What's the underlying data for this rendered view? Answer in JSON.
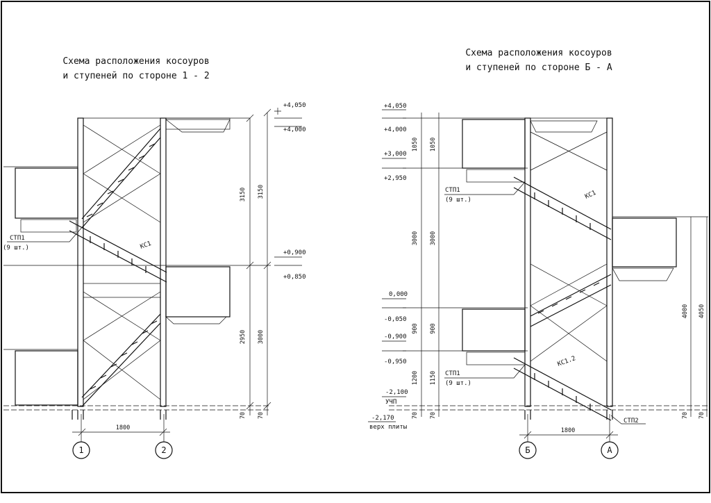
{
  "left": {
    "title_line1": "Схема расположения косоуров",
    "title_line2": "и ступеней по стороне 1 - 2",
    "levels": [
      "+4,050",
      "+4,000",
      "+0,900",
      "+0,850"
    ],
    "dims_inner": [
      "3150",
      "2950",
      "70"
    ],
    "dims_outer": [
      "3150",
      "3000",
      "70"
    ],
    "span": "1800",
    "stp_label": "СТП1",
    "stp_count": "(9 шт.)",
    "ks_label": "КС1",
    "axes": [
      "1",
      "2"
    ]
  },
  "right": {
    "title_line1": "Схема расположения косоуров",
    "title_line2": "и ступеней по стороне Б - А",
    "levels": [
      "+4,050",
      "+4,000",
      "+3,000",
      "+2,950",
      "0,000",
      "-0,050",
      "-0,900",
      "-0,950",
      "-2,100",
      "-2,170"
    ],
    "uchp": "УЧП",
    "slab_top": "верх плиты",
    "dims_left1": [
      "1050",
      "3000",
      "900",
      "1200",
      "70"
    ],
    "dims_left2": [
      "1050",
      "3000",
      "900",
      "1150",
      "70"
    ],
    "dims_right": [
      "4000",
      "4050",
      "70",
      "70"
    ],
    "span": "1800",
    "stp_label": "СТП1",
    "stp_count": "(9 шт.)",
    "stp_label_b": "СТП1",
    "stp_count_b": "(9 шт.)",
    "ks_label": "КС1",
    "ks2_label": "КС1.2",
    "stp2_label": "СТП2",
    "axes": [
      "Б",
      "А"
    ]
  }
}
